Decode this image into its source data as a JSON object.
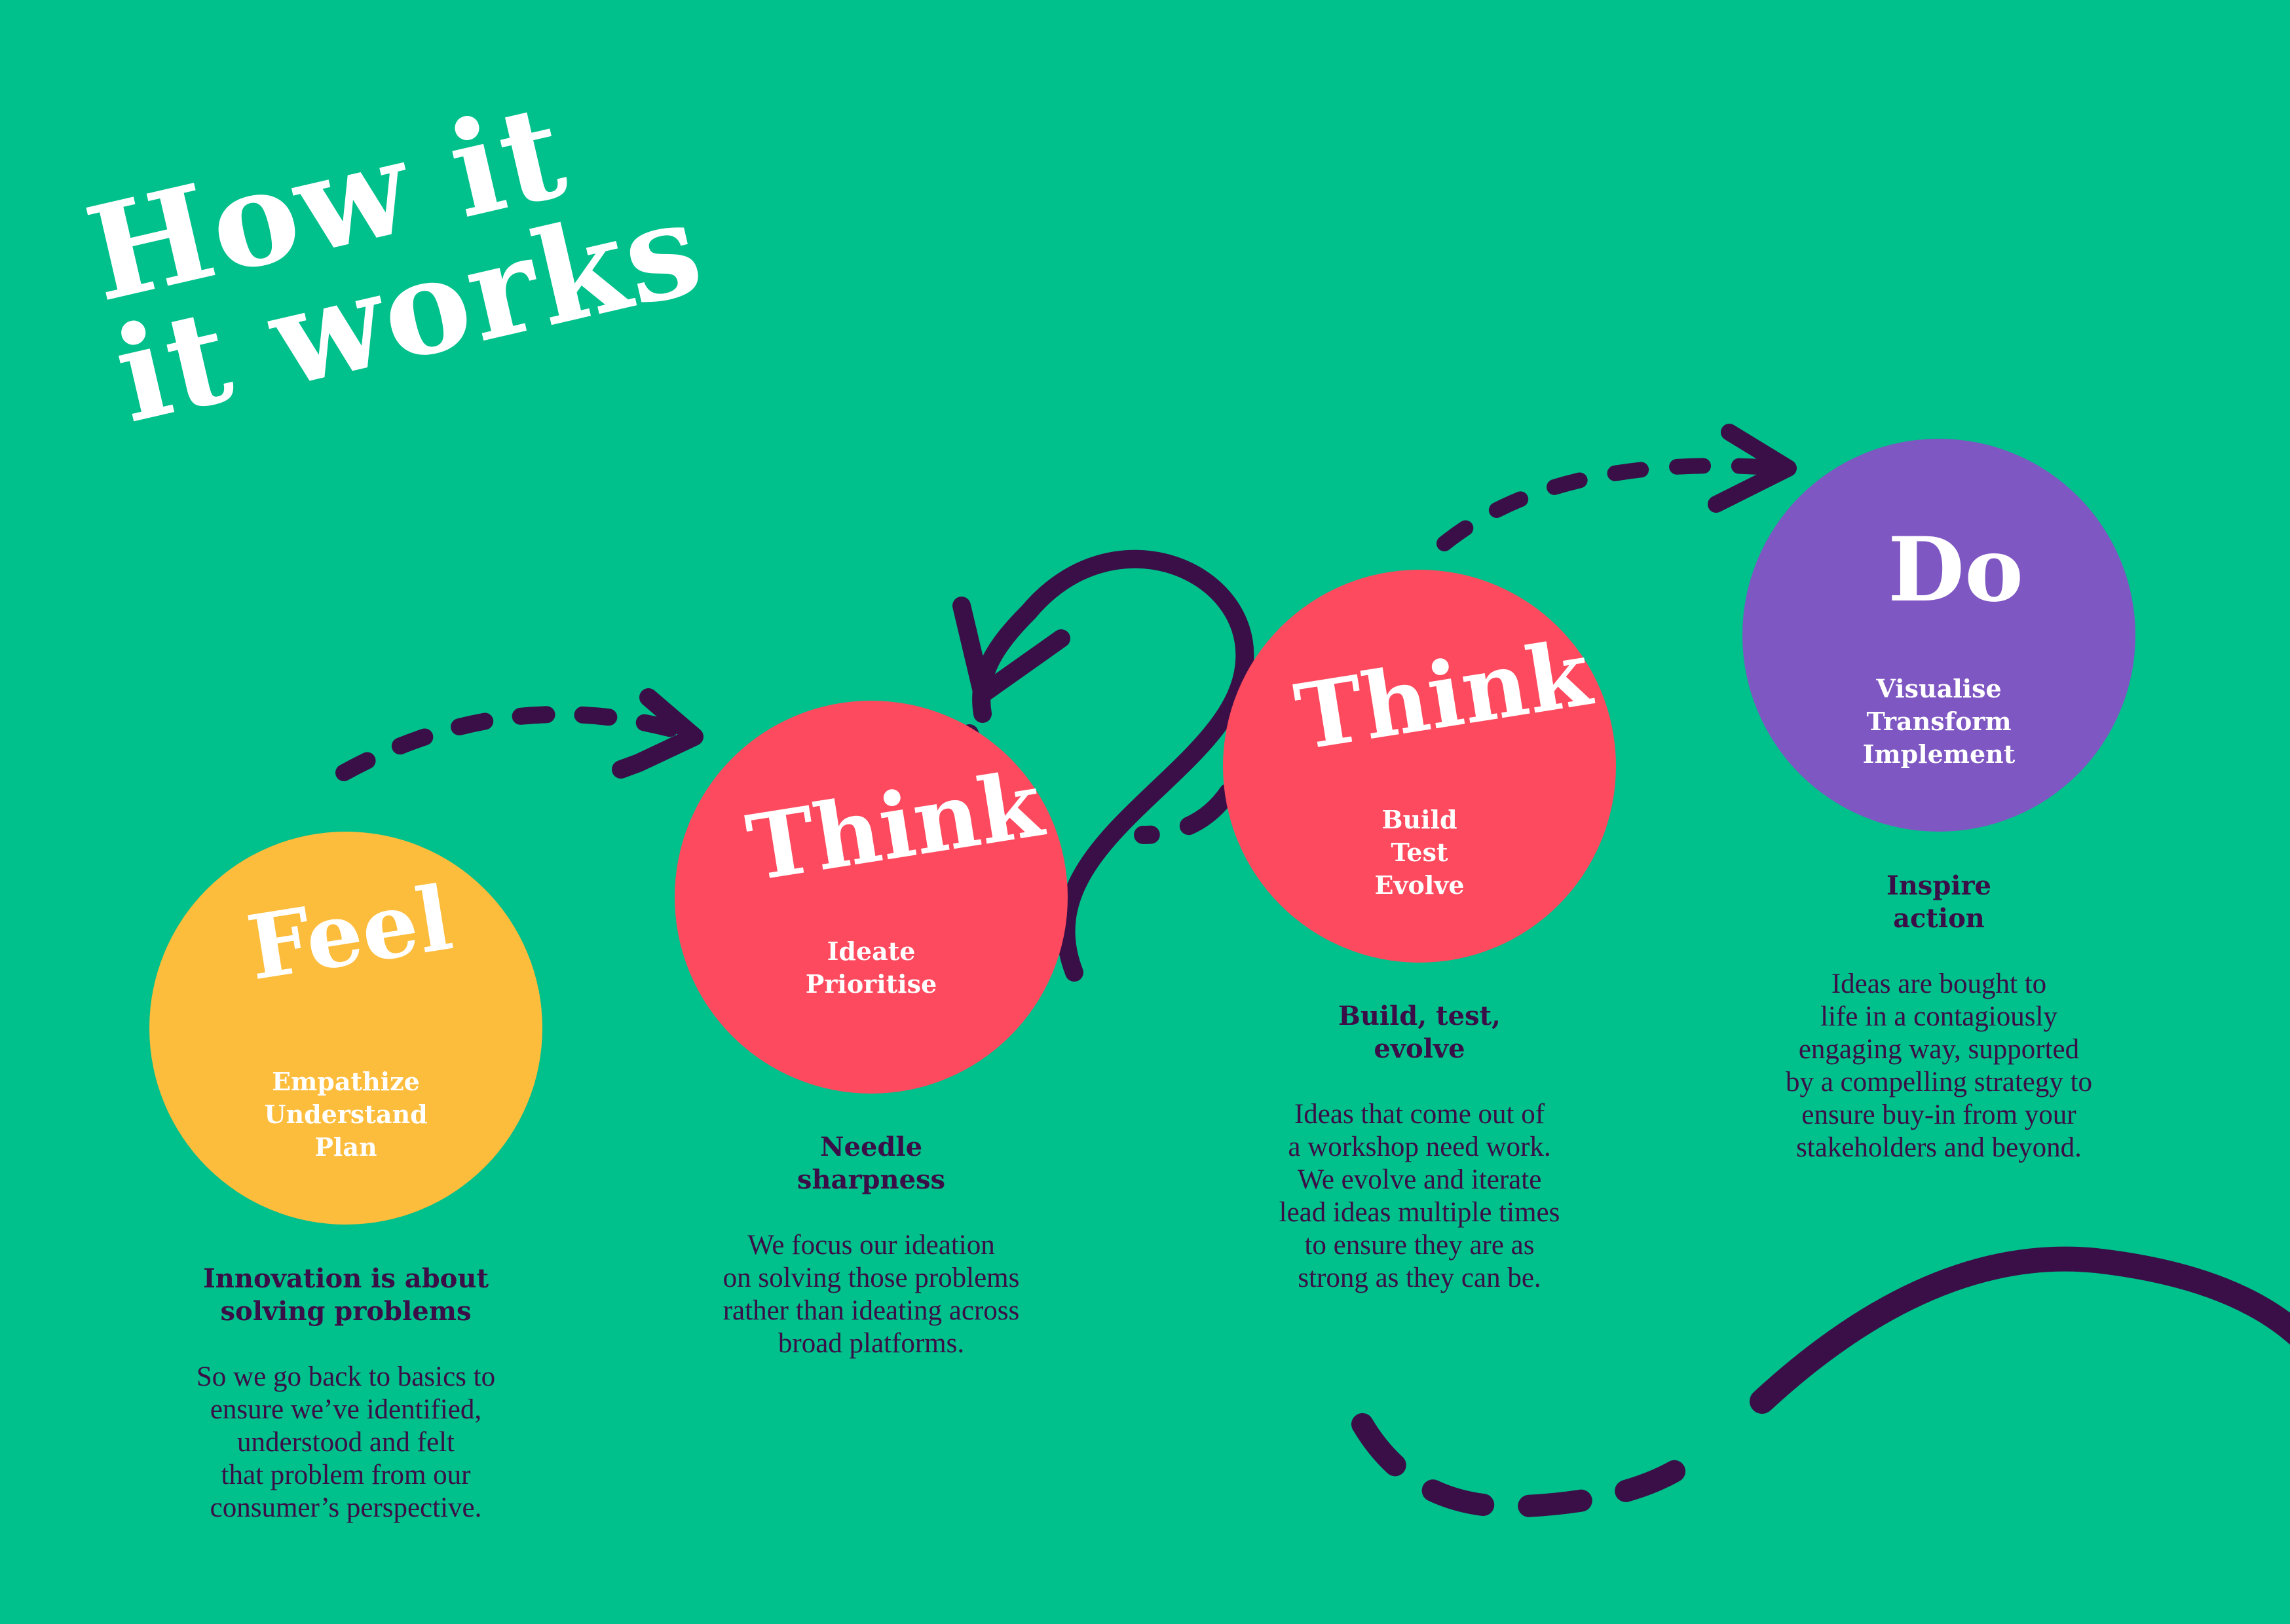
{
  "title": {
    "line1": "How it",
    "line2": "it works"
  },
  "colors": {
    "background": "#00c08b",
    "feel": "#fcbc3c",
    "think": "#fd4a5e",
    "do": "#7e57c2",
    "arrow": "#3a0f47",
    "text_dark": "#3a0f47"
  },
  "stages": [
    {
      "name": "Feel",
      "subtitle_lines": [
        "Empathize",
        "Understand",
        "Plan"
      ],
      "heading_lines": [
        "Innovation is about",
        "solving problems"
      ],
      "body_lines": [
        "So we go back to basics to",
        "ensure we’ve identified,",
        "understood and felt",
        "that problem from our",
        "consumer’s perspective."
      ]
    },
    {
      "name": "Think",
      "subtitle_lines": [
        "Ideate",
        "Prioritise"
      ],
      "heading_lines": [
        "Needle",
        "sharpness"
      ],
      "body_lines": [
        "We focus our ideation",
        "on solving those problems",
        "rather than ideating across",
        "broad platforms."
      ]
    },
    {
      "name": "Think",
      "subtitle_lines": [
        "Build",
        "Test",
        "Evolve"
      ],
      "heading_lines": [
        "Build, test,",
        "evolve"
      ],
      "body_lines": [
        "Ideas that come out of",
        "a workshop need work.",
        "We evolve and iterate",
        "lead ideas multiple times",
        "to ensure they are as",
        "strong as they can be."
      ]
    },
    {
      "name": "Do",
      "subtitle_lines": [
        "Visualise",
        "Transform",
        "Implement"
      ],
      "heading_lines": [
        "Inspire",
        "action"
      ],
      "body_lines": [
        "Ideas are bought to",
        "life in a contagiously",
        "engaging way, supported",
        "by a compelling strategy to",
        "ensure buy-in from your",
        "stakeholders and beyond."
      ]
    }
  ]
}
